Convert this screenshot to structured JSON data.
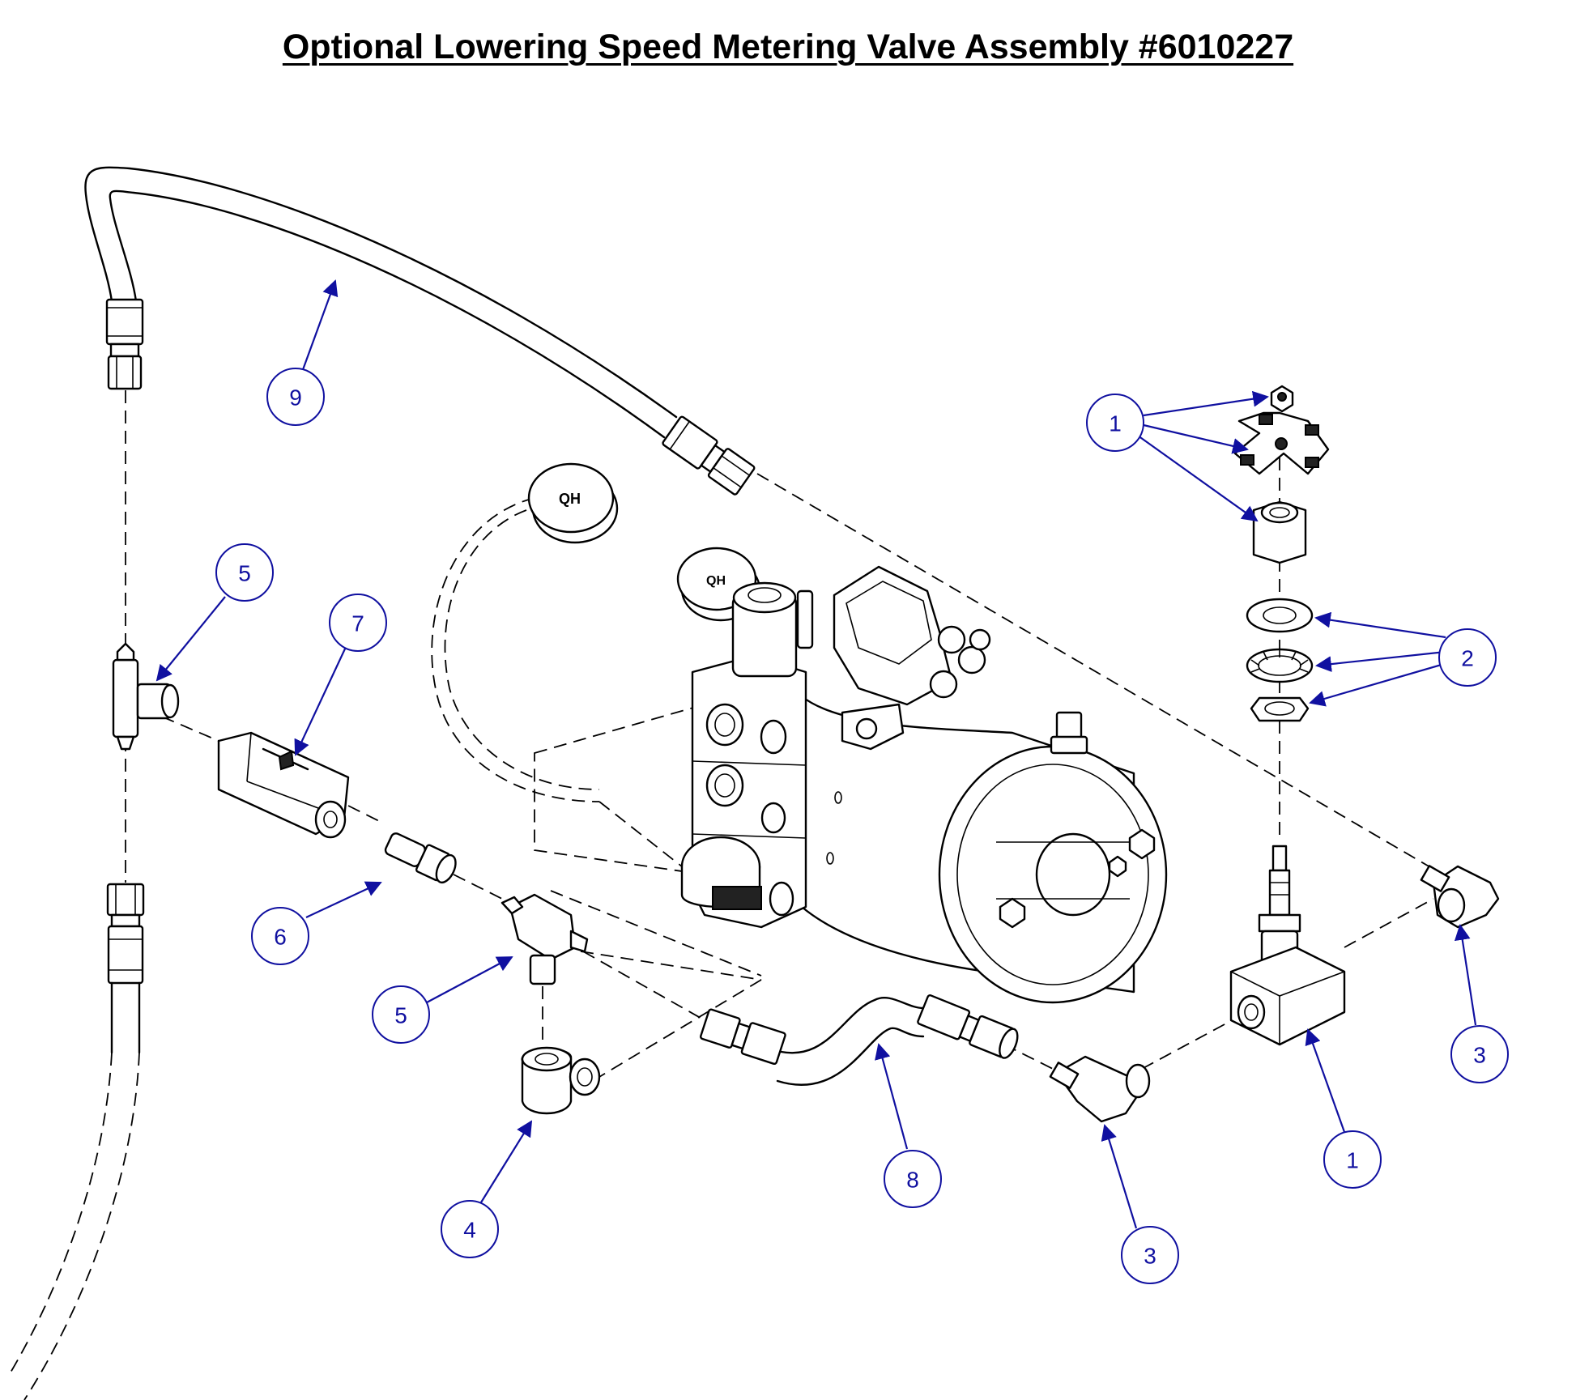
{
  "title": "Optional Lowering Speed Metering Valve Assembly #6010227",
  "callouts": [
    {
      "id": "c1a",
      "label": "1"
    },
    {
      "id": "c1b",
      "label": "1"
    },
    {
      "id": "c2",
      "label": "2"
    },
    {
      "id": "c3a",
      "label": "3"
    },
    {
      "id": "c3b",
      "label": "3"
    },
    {
      "id": "c4",
      "label": "4"
    },
    {
      "id": "c5a",
      "label": "5"
    },
    {
      "id": "c5b",
      "label": "5"
    },
    {
      "id": "c6",
      "label": "6"
    },
    {
      "id": "c7",
      "label": "7"
    },
    {
      "id": "c8",
      "label": "8"
    },
    {
      "id": "c9",
      "label": "9"
    }
  ],
  "colors": {
    "callout": "#1010a0",
    "line": "#000000",
    "background": "#ffffff"
  }
}
